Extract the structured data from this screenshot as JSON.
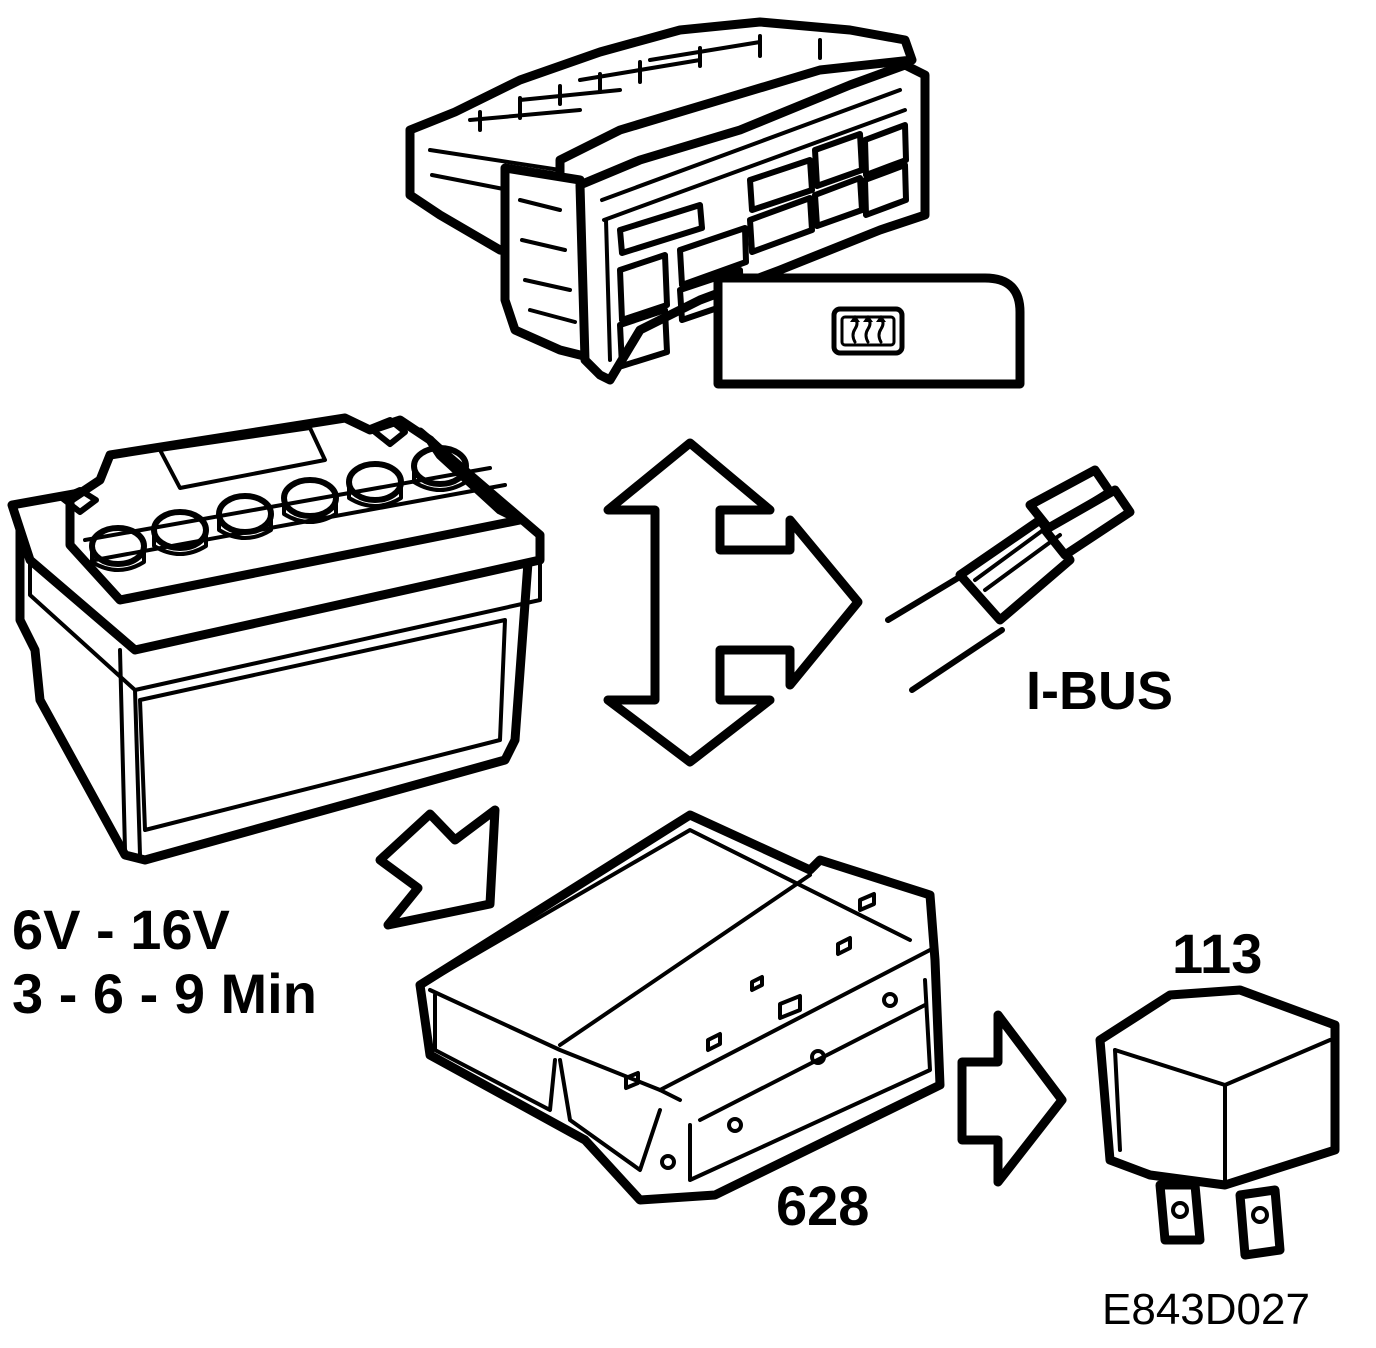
{
  "diagram": {
    "labels": {
      "voltage": "6V - 16V",
      "durations": "3 - 6 - 9 Min",
      "bus": "I-BUS",
      "module_number": "628",
      "relay_number": "113",
      "figure_code": "E843D027"
    },
    "icons": {
      "control_panel": "climate-control-panel-icon",
      "rear_defrost": "rear-window-defroster-icon",
      "battery": "car-battery-icon",
      "cable": "bus-cable-icon",
      "module": "control-module-icon",
      "relay": "relay-icon"
    },
    "colors": {
      "line": "#000000",
      "background": "#ffffff"
    }
  }
}
